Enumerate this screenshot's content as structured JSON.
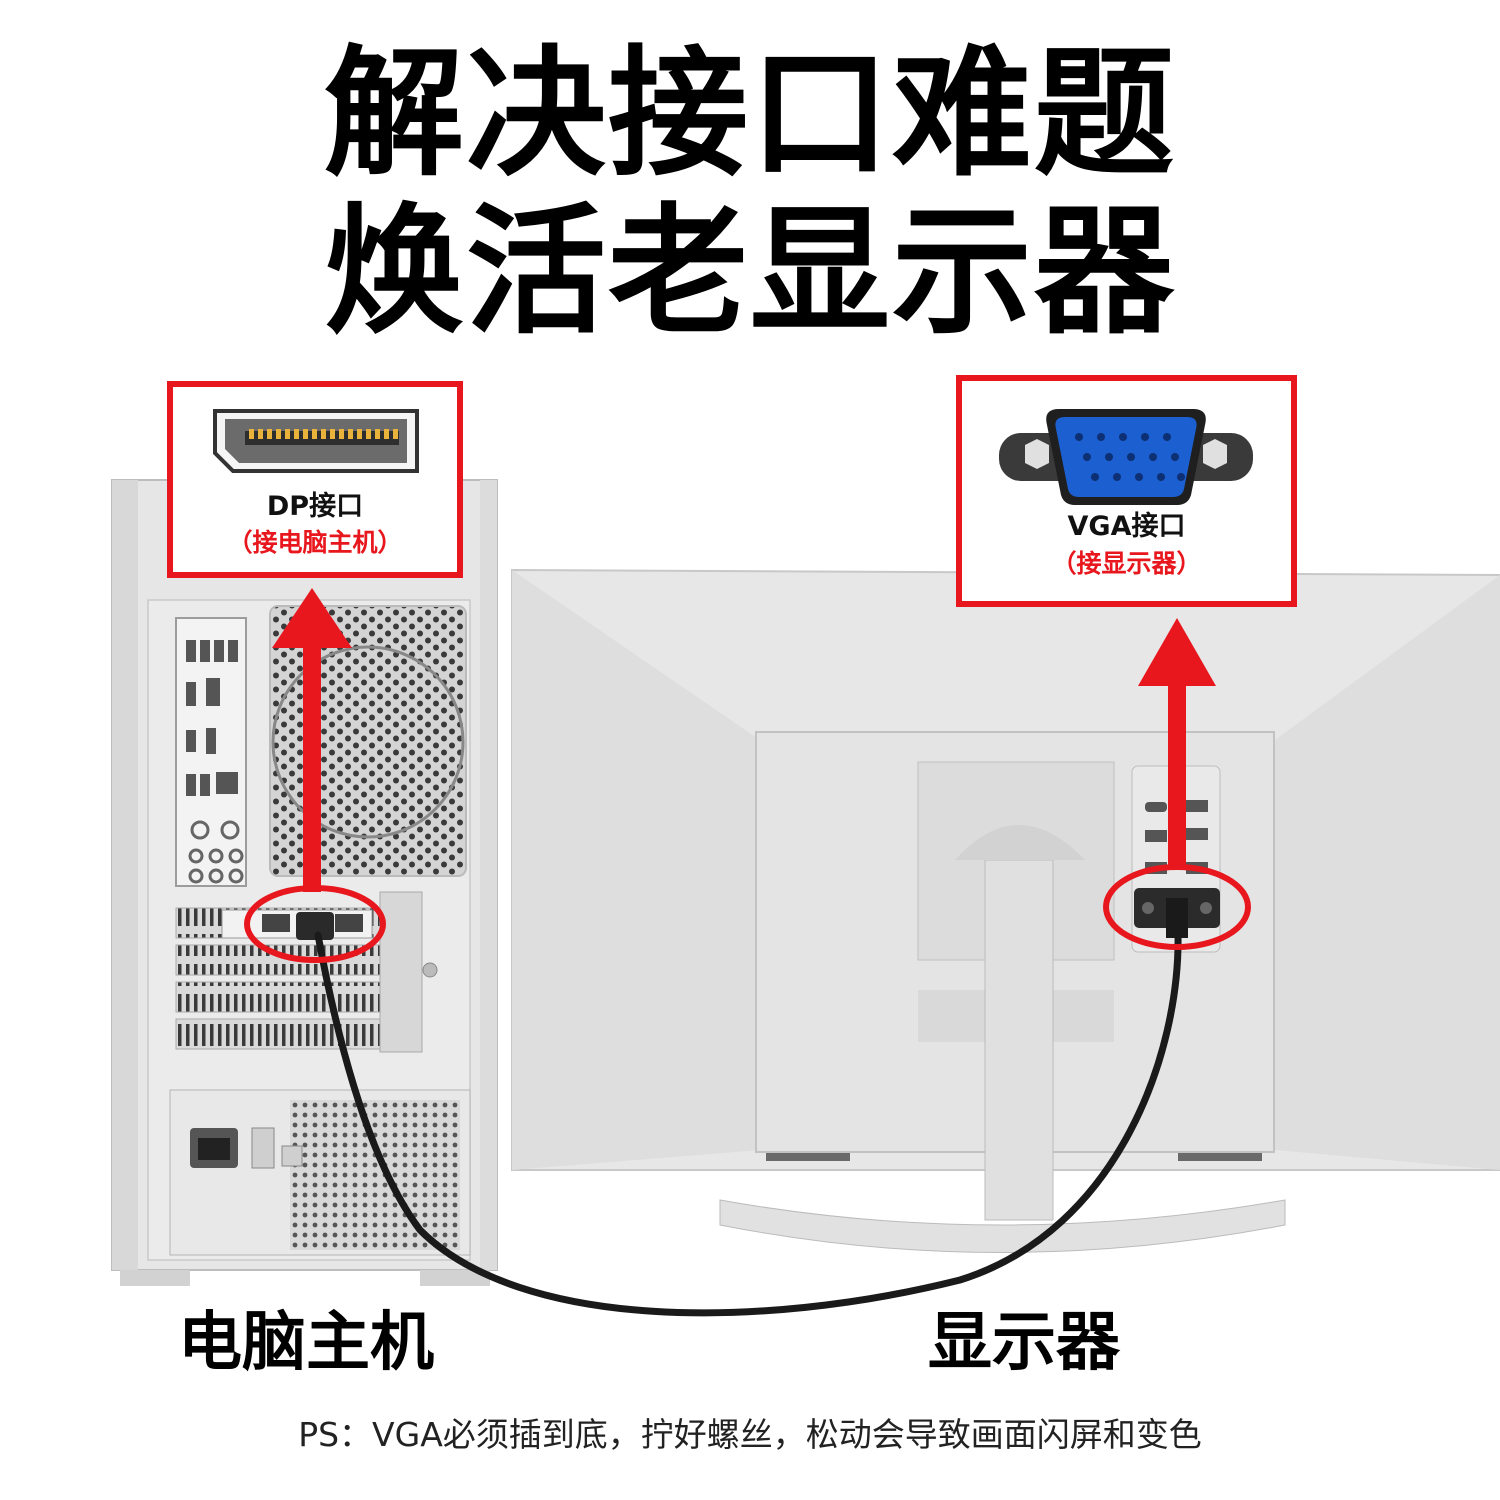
{
  "headline": {
    "line1": "解决接口难题",
    "line2": "焕活老显示器"
  },
  "dp_callout": {
    "title": "DP接口",
    "subtitle": "（接电脑主机）"
  },
  "vga_callout": {
    "title": "VGA接口",
    "subtitle": "（接显示器）"
  },
  "labels": {
    "pc": "电脑主机",
    "monitor": "显示器"
  },
  "note": "PS：VGA必须插到底，拧好螺丝，松动会导致画面闪屏和变色",
  "colors": {
    "accent_red": "#e8171e",
    "vga_blue": "#1b5fd0",
    "cable": "#1a1a1a",
    "device_white": "#e9e9e9"
  },
  "icons": {
    "dp_port": "displayport-port-icon",
    "vga_port": "vga-port-icon"
  }
}
